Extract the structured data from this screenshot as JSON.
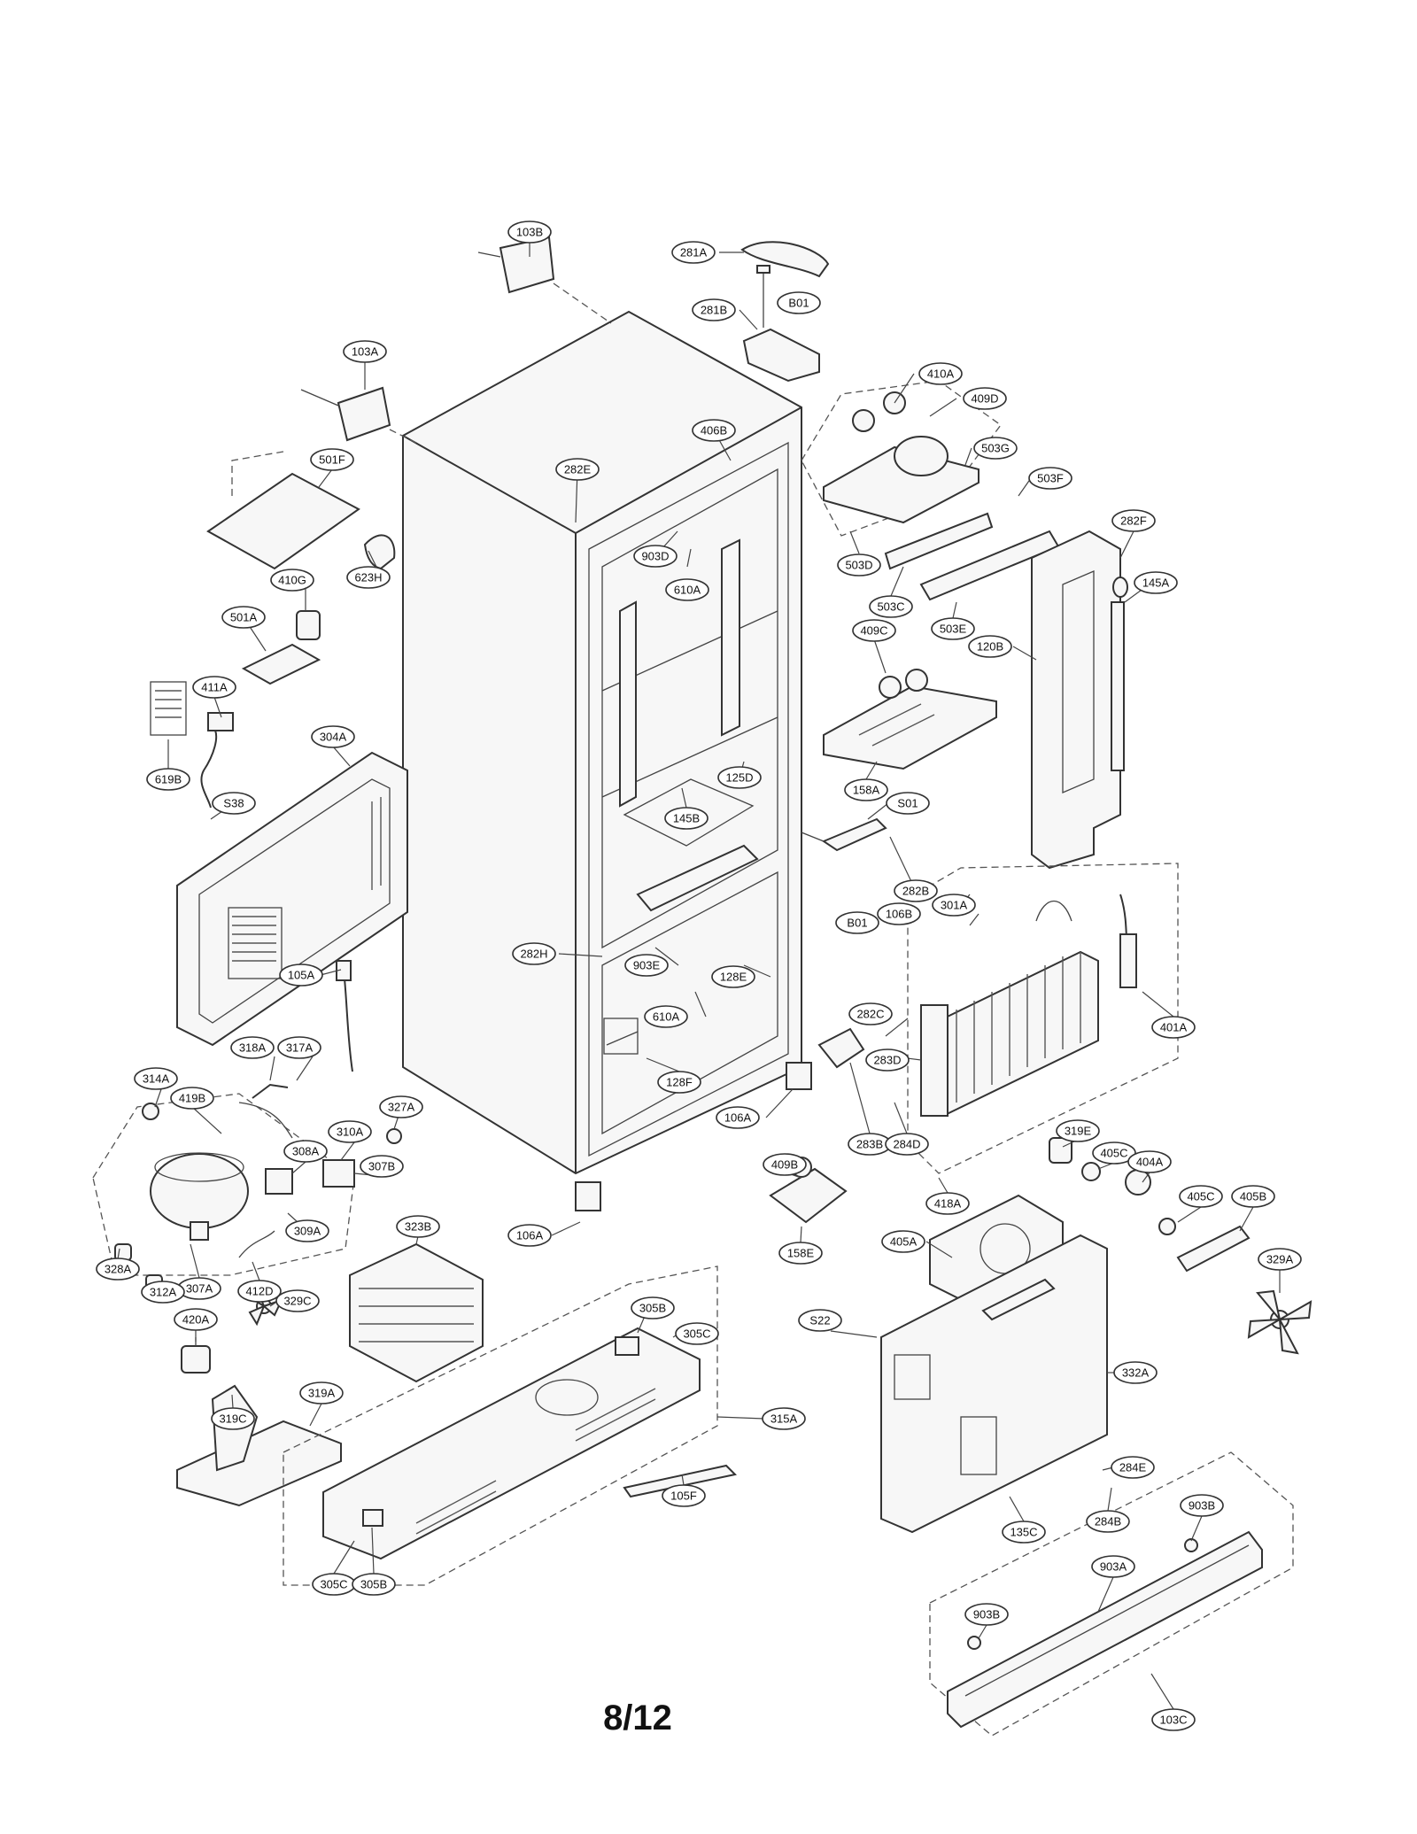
{
  "page": {
    "page_number": "8/12"
  },
  "callouts": [
    {
      "id": "103B",
      "label": "103B"
    },
    {
      "id": "281A",
      "label": "281A"
    },
    {
      "id": "B01-top",
      "label": "B01"
    },
    {
      "id": "281B",
      "label": "281B"
    },
    {
      "id": "103A",
      "label": "103A"
    },
    {
      "id": "410A",
      "label": "410A"
    },
    {
      "id": "409D",
      "label": "409D"
    },
    {
      "id": "406B",
      "label": "406B"
    },
    {
      "id": "282E",
      "label": "282E"
    },
    {
      "id": "503G",
      "label": "503G"
    },
    {
      "id": "501F",
      "label": "501F"
    },
    {
      "id": "503F",
      "label": "503F"
    },
    {
      "id": "903D",
      "label": "903D"
    },
    {
      "id": "503D",
      "label": "503D"
    },
    {
      "id": "282F",
      "label": "282F"
    },
    {
      "id": "410G",
      "label": "410G"
    },
    {
      "id": "623H",
      "label": "623H"
    },
    {
      "id": "610A-top",
      "label": "610A"
    },
    {
      "id": "503C",
      "label": "503C"
    },
    {
      "id": "145A",
      "label": "145A"
    },
    {
      "id": "503E",
      "label": "503E"
    },
    {
      "id": "501A",
      "label": "501A"
    },
    {
      "id": "409C",
      "label": "409C"
    },
    {
      "id": "120B",
      "label": "120B"
    },
    {
      "id": "411A",
      "label": "411A"
    },
    {
      "id": "304A",
      "label": "304A"
    },
    {
      "id": "125D",
      "label": "125D"
    },
    {
      "id": "619B",
      "label": "619B"
    },
    {
      "id": "158A",
      "label": "158A"
    },
    {
      "id": "S38",
      "label": "S38"
    },
    {
      "id": "145B",
      "label": "145B"
    },
    {
      "id": "S01",
      "label": "S01"
    },
    {
      "id": "282B",
      "label": "282B"
    },
    {
      "id": "301A",
      "label": "301A"
    },
    {
      "id": "B01-mid",
      "label": "B01"
    },
    {
      "id": "106B",
      "label": "106B"
    },
    {
      "id": "282H",
      "label": "282H"
    },
    {
      "id": "903E",
      "label": "903E"
    },
    {
      "id": "105A",
      "label": "105A"
    },
    {
      "id": "128E",
      "label": "128E"
    },
    {
      "id": "610A-mid",
      "label": "610A"
    },
    {
      "id": "401A",
      "label": "401A"
    },
    {
      "id": "282C",
      "label": "282C"
    },
    {
      "id": "318A",
      "label": "318A"
    },
    {
      "id": "317A",
      "label": "317A"
    },
    {
      "id": "283D",
      "label": "283D"
    },
    {
      "id": "128F",
      "label": "128F"
    },
    {
      "id": "314A",
      "label": "314A"
    },
    {
      "id": "419B",
      "label": "419B"
    },
    {
      "id": "327A",
      "label": "327A"
    },
    {
      "id": "106A-right",
      "label": "106A"
    },
    {
      "id": "283B",
      "label": "283B"
    },
    {
      "id": "284D",
      "label": "284D"
    },
    {
      "id": "310A",
      "label": "310A"
    },
    {
      "id": "308A",
      "label": "308A"
    },
    {
      "id": "307B",
      "label": "307B"
    },
    {
      "id": "409B",
      "label": "409B"
    },
    {
      "id": "319E",
      "label": "319E"
    },
    {
      "id": "405C-top",
      "label": "405C"
    },
    {
      "id": "404A",
      "label": "404A"
    },
    {
      "id": "418A",
      "label": "418A"
    },
    {
      "id": "309A",
      "label": "309A"
    },
    {
      "id": "106A-bottom",
      "label": "106A"
    },
    {
      "id": "323B",
      "label": "323B"
    },
    {
      "id": "405C-right",
      "label": "405C"
    },
    {
      "id": "405B",
      "label": "405B"
    },
    {
      "id": "328A",
      "label": "328A"
    },
    {
      "id": "307A",
      "label": "307A"
    },
    {
      "id": "412D",
      "label": "412D"
    },
    {
      "id": "158E",
      "label": "158E"
    },
    {
      "id": "405A",
      "label": "405A"
    },
    {
      "id": "312A",
      "label": "312A"
    },
    {
      "id": "329A",
      "label": "329A"
    },
    {
      "id": "329C",
      "label": "329C"
    },
    {
      "id": "305B-top",
      "label": "305B"
    },
    {
      "id": "420A",
      "label": "420A"
    },
    {
      "id": "305C-top",
      "label": "305C"
    },
    {
      "id": "S22",
      "label": "S22"
    },
    {
      "id": "332A",
      "label": "332A"
    },
    {
      "id": "319C",
      "label": "319C"
    },
    {
      "id": "319A",
      "label": "319A"
    },
    {
      "id": "315A",
      "label": "315A"
    },
    {
      "id": "284E",
      "label": "284E"
    },
    {
      "id": "105F",
      "label": "105F"
    },
    {
      "id": "284B",
      "label": "284B"
    },
    {
      "id": "903B-top",
      "label": "903B"
    },
    {
      "id": "135C",
      "label": "135C"
    },
    {
      "id": "305C-bottom",
      "label": "305C"
    },
    {
      "id": "305B-bottom",
      "label": "305B"
    },
    {
      "id": "903A",
      "label": "903A"
    },
    {
      "id": "903B-bottom",
      "label": "903B"
    },
    {
      "id": "103C",
      "label": "103C"
    }
  ]
}
